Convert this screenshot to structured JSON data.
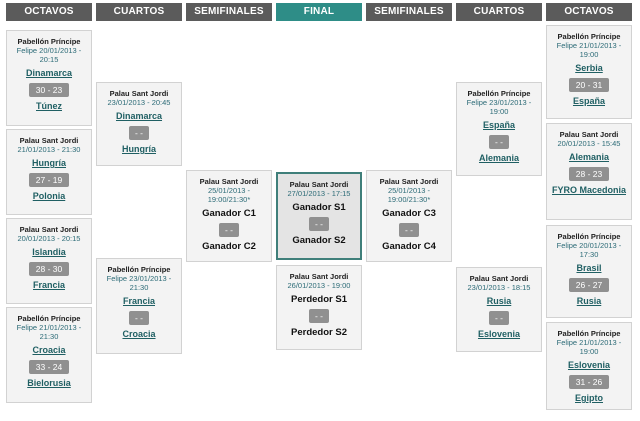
{
  "headers": [
    "OCTAVOS",
    "CUARTOS",
    "SEMIFINALES",
    "FINAL",
    "SEMIFINALES",
    "CUARTOS",
    "OCTAVOS"
  ],
  "matches": {
    "o1": {
      "venue": "Pabellón Príncipe",
      "date": "Felipe 20/01/2013 - 20:15",
      "team1": "Dinamarca",
      "score": "30 - 23",
      "team2": "Túnez"
    },
    "o2": {
      "venue": "Palau Sant Jordi",
      "date": "21/01/2013 - 21:30",
      "team1": "Hungría",
      "score": "27 - 19",
      "team2": "Polonia"
    },
    "o3": {
      "venue": "Palau Sant Jordi",
      "date": "20/01/2013 - 20:15",
      "team1": "Islandia",
      "score": "28 - 30",
      "team2": "Francia"
    },
    "o4": {
      "venue": "Pabellón Príncipe",
      "date": "Felipe 21/01/2013 - 21:30",
      "team1": "Croacia",
      "score": "33 - 24",
      "team2": "Bielorusia"
    },
    "c1": {
      "venue": "Palau Sant Jordi",
      "date": "23/01/2013 - 20:45",
      "team1": "Dinamarca",
      "score": "- -",
      "team2": "Hungría"
    },
    "c2": {
      "venue": "Pabellón Príncipe",
      "date": "Felipe 23/01/2013 - 21:30",
      "team1": "Francia",
      "score": "- -",
      "team2": "Croacia"
    },
    "s1": {
      "venue": "Palau Sant Jordi",
      "date": "25/01/2013 - 19:00/21:30*",
      "team1": "Ganador C1",
      "score": "- -",
      "team2": "Ganador C2"
    },
    "f1": {
      "venue": "Palau Sant Jordi",
      "date": "27/01/2013 - 17:15",
      "team1": "Ganador S1",
      "score": "- -",
      "team2": "Ganador S2"
    },
    "f2": {
      "venue": "Palau Sant Jordi",
      "date": "26/01/2013 - 19:00",
      "team1": "Perdedor S1",
      "score": "- -",
      "team2": "Perdedor S2"
    },
    "s2": {
      "venue": "Palau Sant Jordi",
      "date": "25/01/2013 - 19:00/21:30*",
      "team1": "Ganador C3",
      "score": "- -",
      "team2": "Ganador C4"
    },
    "c3": {
      "venue": "Pabellón Príncipe",
      "date": "Felipe 23/01/2013 - 19:00",
      "team1": "España",
      "score": "- -",
      "team2": "Alemania"
    },
    "c4": {
      "venue": "Palau Sant Jordi",
      "date": "23/01/2013 - 18:15",
      "team1": "Rusia",
      "score": "- -",
      "team2": "Eslovenia"
    },
    "o5": {
      "venue": "Pabellón Príncipe",
      "date": "Felipe 21/01/2013 - 19:00",
      "team1": "Serbia",
      "score": "20 - 31",
      "team2": "España"
    },
    "o6": {
      "venue": "Palau Sant Jordi",
      "date": "20/01/2013 - 15:45",
      "team1": "Alemania",
      "score": "28 - 23",
      "team2": "FYRO Macedonia"
    },
    "o7": {
      "venue": "Pabellón Príncipe",
      "date": "Felipe 20/01/2013 - 17:30",
      "team1": "Brasil",
      "score": "26 - 27",
      "team2": "Rusia"
    },
    "o8": {
      "venue": "Pabellón Príncipe",
      "date": "Felipe 21/01/2013 - 19:00",
      "team1": "Eslovenia",
      "score": "31 - 26",
      "team2": "Egipto"
    }
  }
}
